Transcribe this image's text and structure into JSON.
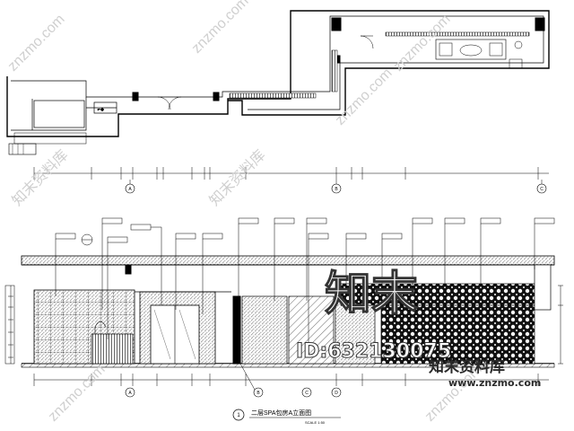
{
  "watermarks": {
    "site_diagonal": "znzmo.com",
    "brand_cn": "知末",
    "id_text": "ID:632130075",
    "brand_footer_cn": "知末资料库",
    "site_footer": "www.znzmo.com"
  },
  "elevation": {
    "title": "二层SPA包房A立面图",
    "scale": "SCALE 1:50"
  },
  "grid_axis_labels": [
    "A",
    "B",
    "C"
  ],
  "elevation_axis_labels": [
    "A",
    "B",
    "C",
    "D"
  ],
  "callout_numbers": [
    "1"
  ],
  "colors": {
    "line": "#000000",
    "background": "#ffffff",
    "watermark": "#cfcfcf"
  },
  "icons": [
    "grid-bubble",
    "section-callout",
    "material-tag"
  ]
}
